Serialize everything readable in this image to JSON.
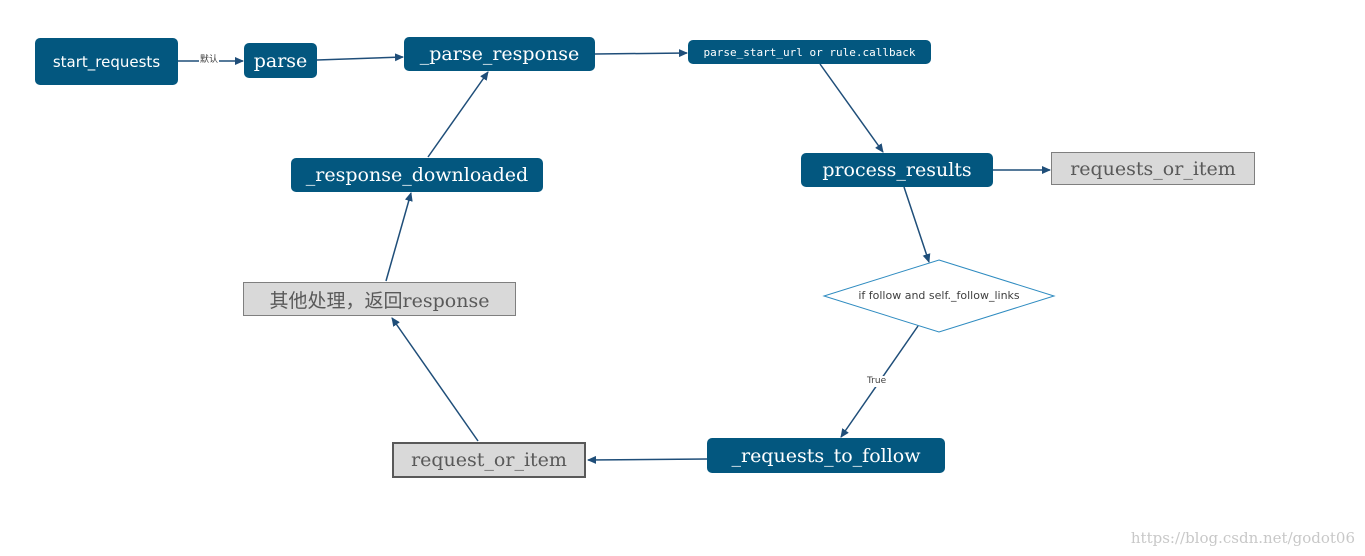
{
  "nodes": {
    "start_requests": "start_requests",
    "parse": "parse",
    "parse_response": "_parse_response",
    "callback": "parse_start_url or rule.callback",
    "process_results": "process_results",
    "requests_or_item_right": "requests_or_item",
    "decision": "if follow and self._follow_links",
    "requests_to_follow": "_requests_to_follow",
    "request_or_item_left": "request_or_item",
    "other_processing": "其他处理，返回response",
    "response_downloaded": "_response_downloaded"
  },
  "edge_labels": {
    "default": "默认",
    "true": "True"
  },
  "colors": {
    "node_blue": "#03577f",
    "node_gray": "#d9d9d9",
    "edge": "#1f4e79",
    "decision_stroke": "#2e8bc0"
  },
  "watermark": "https://blog.csdn.net/godot06"
}
